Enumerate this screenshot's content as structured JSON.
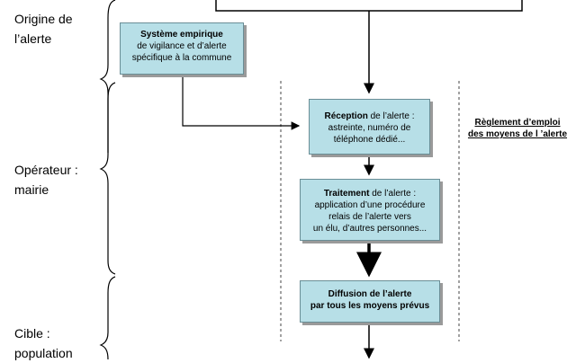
{
  "side_labels": {
    "origine": "Origine de\nl’alerte",
    "operateur": "Opérateur :\nmairie",
    "cible": "Cible :\npopulation"
  },
  "boxes": {
    "systeme": {
      "title": "Système empirique",
      "text": "de vigilance et d’alerte\nspécifique à la commune"
    },
    "reception": {
      "title": "Réception",
      "text_inline": " de l’alerte :",
      "text": "astreinte, numéro de\ntéléphone dédié..."
    },
    "traitement": {
      "title": "Traitement",
      "text_inline": " de l’alerte :",
      "text": "application d’une procédure\nrelais de l’alerte vers\nun élu, d’autres personnes..."
    },
    "diffusion": {
      "title": "Diffusion de l’alerte",
      "text": "par tous les moyens prévus"
    }
  },
  "note": "Règlement d’emploi\ndes moyens de l ’alerte"
}
